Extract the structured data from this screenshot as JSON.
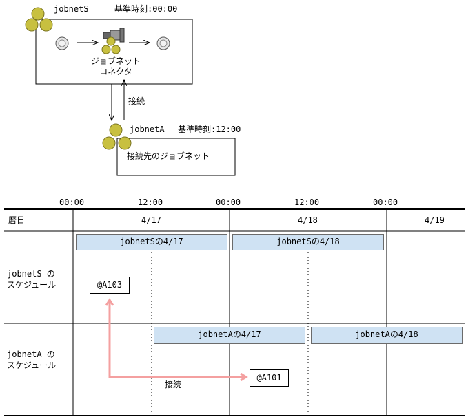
{
  "top_diagram": {
    "jobnet_s": {
      "name": "jobnetS",
      "base_time": "基準時刻:00:00"
    },
    "connector_label": [
      "ジョブネット",
      "コネクタ"
    ],
    "connection_label": "接続",
    "jobnet_a": {
      "name": "jobnetA",
      "base_time": "基準時刻:12:00",
      "box_text": "接続先のジョブネット"
    }
  },
  "timeline": {
    "times": [
      "00:00",
      "12:00",
      "00:00",
      "12:00",
      "00:00"
    ],
    "header_label": "暦日",
    "dates": [
      "4/17",
      "4/18",
      "4/19"
    ],
    "rows": [
      {
        "label": [
          "jobnetS の",
          "スケジュール"
        ]
      },
      {
        "label": [
          "jobnetA の",
          "スケジュール"
        ]
      }
    ],
    "jobnet_s_bars": [
      "jobnetSの4/17",
      "jobnetSの4/18"
    ],
    "jobnet_a_bars": [
      "jobnetAの4/17",
      "jobnetAの4/18"
    ],
    "instance_s": "@A103",
    "instance_a": "@A101",
    "connection_label": "接続"
  },
  "colors": {
    "jobnet_circle": "#c8c040",
    "schedule_bar": "#cfe2f3",
    "connection_arrow": "#f4a0a0"
  }
}
